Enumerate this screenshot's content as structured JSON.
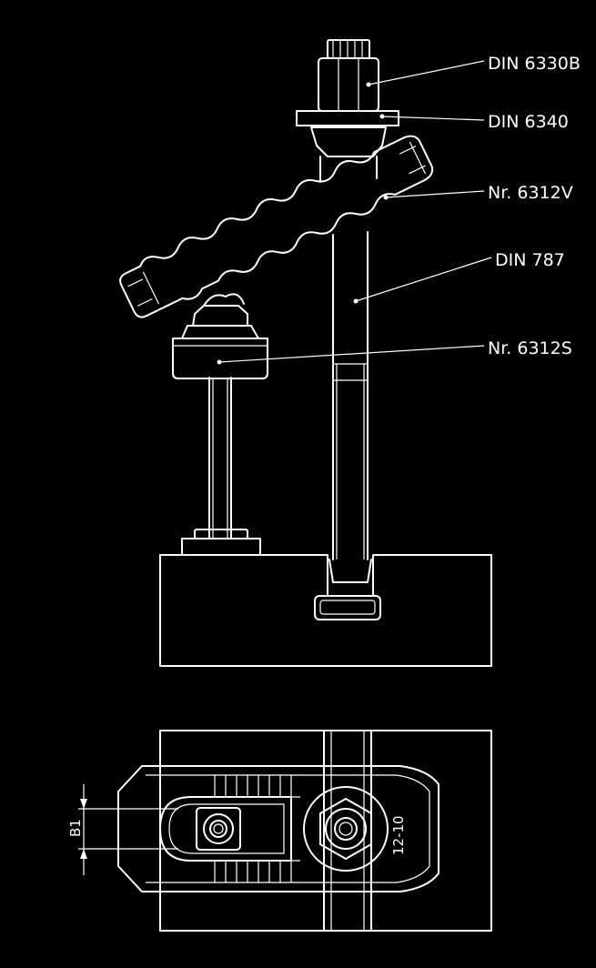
{
  "labels": {
    "nut": "DIN 6330B",
    "washer": "DIN 6340",
    "clamp": "Nr. 6312V",
    "stud": "DIN 787",
    "support": "Nr. 6312S"
  },
  "dimension": {
    "width_label": "B1"
  },
  "marking": "12-10",
  "colors": {
    "background": "#000000",
    "lines": "#ffffff"
  }
}
